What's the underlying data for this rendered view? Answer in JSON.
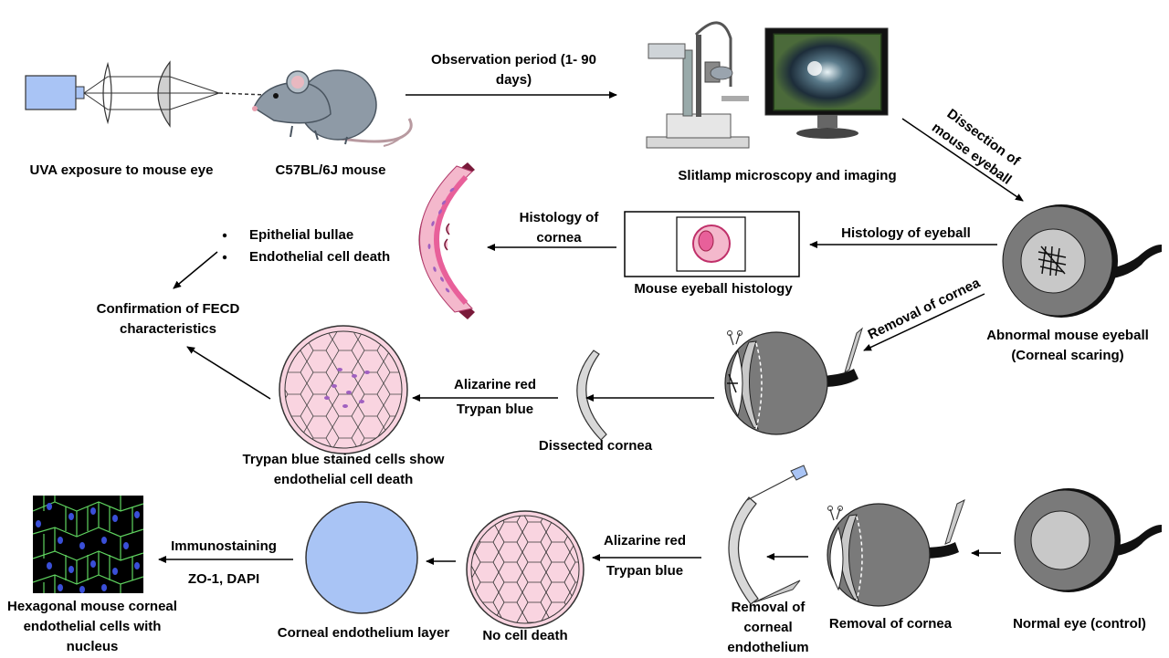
{
  "labels": {
    "uva": "UVA exposure to mouse eye",
    "mouse": "C57BL/6J mouse",
    "observation": "Observation period (1- 90 days)",
    "slitlamp": "Slitlamp microscopy and imaging",
    "dissection": "Dissection of mouse eyeball",
    "abnormal": "Abnormal mouse eyeball (Corneal scaring)",
    "histology_eyeball": "Histology of eyeball",
    "eyeball_histology": "Mouse eyeball histology",
    "histology_cornea": "Histology of cornea",
    "bullet1": "Epithelial bullae",
    "bullet2": "Endothelial cell death",
    "confirmation": "Confirmation of FECD characteristics",
    "removal_cornea_diag": "Removal of cornea",
    "alizarine1": "Alizarine red",
    "trypan1": "Trypan blue",
    "dissected_cornea": "Dissected cornea",
    "trypan_stained": "Trypan blue stained cells show endothelial cell death",
    "normal_eye": "Normal eye (control)",
    "removal_cornea": "Removal of cornea",
    "removal_endothelium": "Removal of corneal endothelium",
    "alizarine2": "Alizarine red",
    "trypan2": "Trypan blue",
    "no_cell_death": "No cell death",
    "endothelium_layer": "Corneal endothelium layer",
    "immunostaining": "Immunostaining",
    "zo1": "ZO-1, DAPI",
    "hexagonal": "Hexagonal mouse corneal endothelial cells with nucleus"
  },
  "colors": {
    "uva_box": "#a9c4f5",
    "mouse_body": "#8e9aa6",
    "eyeball_dark": "#7a7a7a",
    "eyeball_light": "#c8c8c8",
    "cornea_pink": "#f4b8cc",
    "cell_disc": "#f9d4e0",
    "endothelium_blue": "#a9c4f5",
    "tissue_pink": "#e8609a"
  }
}
